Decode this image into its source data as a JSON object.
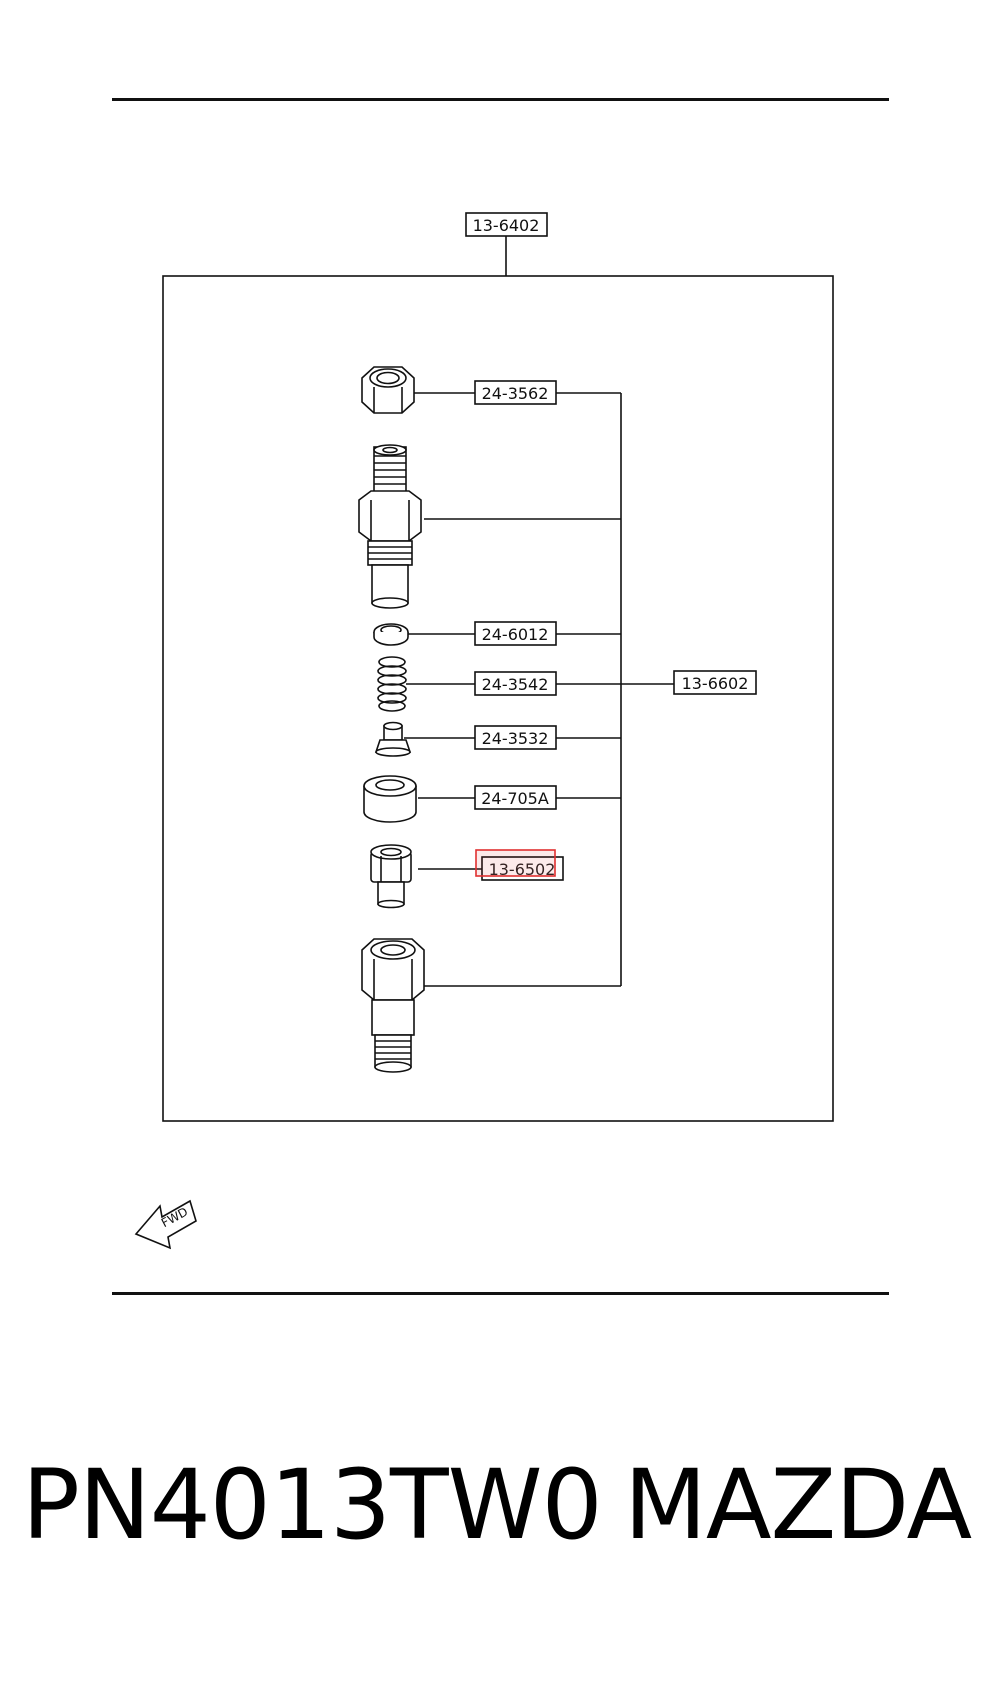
{
  "diagram": {
    "assembly_label": "13-6402",
    "kit_label": "13-6602",
    "callouts": [
      "24-3562",
      "24-6012",
      "24-3542",
      "24-3532",
      "24-705A",
      "13-6502"
    ],
    "fwd_label": "FWD",
    "highlight_color": "#e03030"
  },
  "footer": {
    "part_number": "PN4013TW0",
    "brand": "MAZDA"
  }
}
